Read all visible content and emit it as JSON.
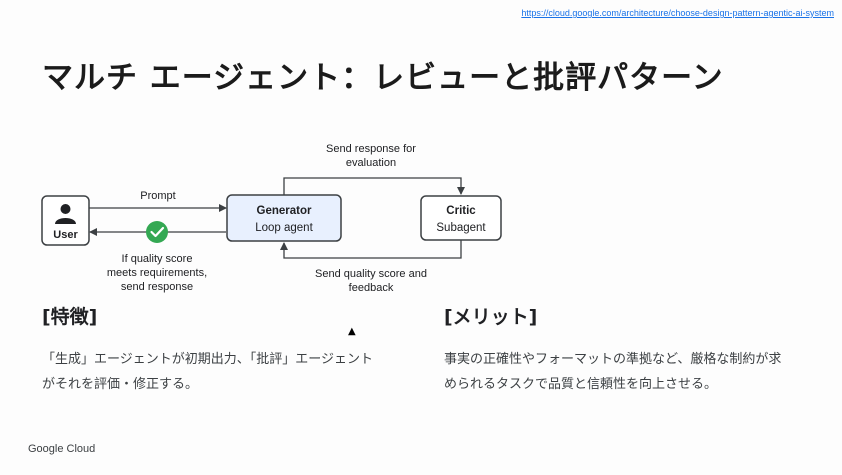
{
  "url": "https://cloud.google.com/architecture/choose-design-pattern-agentic-ai-system",
  "title": "マルチ エージェント：レビューと批評パターン",
  "diagram": {
    "user": {
      "label": "User",
      "icon": "person-icon"
    },
    "generator": {
      "title": "Generator",
      "subtitle": "Loop agent"
    },
    "critic": {
      "title": "Critic",
      "subtitle": "Subagent"
    },
    "edge_prompt": "Prompt",
    "edge_send_line1": "Send response for",
    "edge_send_line2": "evaluation",
    "edge_feedback_line1": "Send quality score and",
    "edge_feedback_line2": "feedback",
    "edge_return_line1": "If quality score",
    "edge_return_line2": "meets requirements,",
    "edge_return_line3": "send response",
    "colors": {
      "generator_fill": "#e8f0fe",
      "generator_stroke": "#3c4043",
      "check": "#34a853"
    }
  },
  "features": {
    "heading": "[特徴]",
    "line1": "「生成」エージェントが初期出力、「批評」エージェント",
    "line2": "がそれを評価・修正する。"
  },
  "merits": {
    "heading": "[メリット]",
    "line1": "事実の正確性やフォーマットの準拠など、厳格な制約が求",
    "line2": "められるタスクで品質と信頼性を向上させる。"
  },
  "footer": "Google Cloud"
}
